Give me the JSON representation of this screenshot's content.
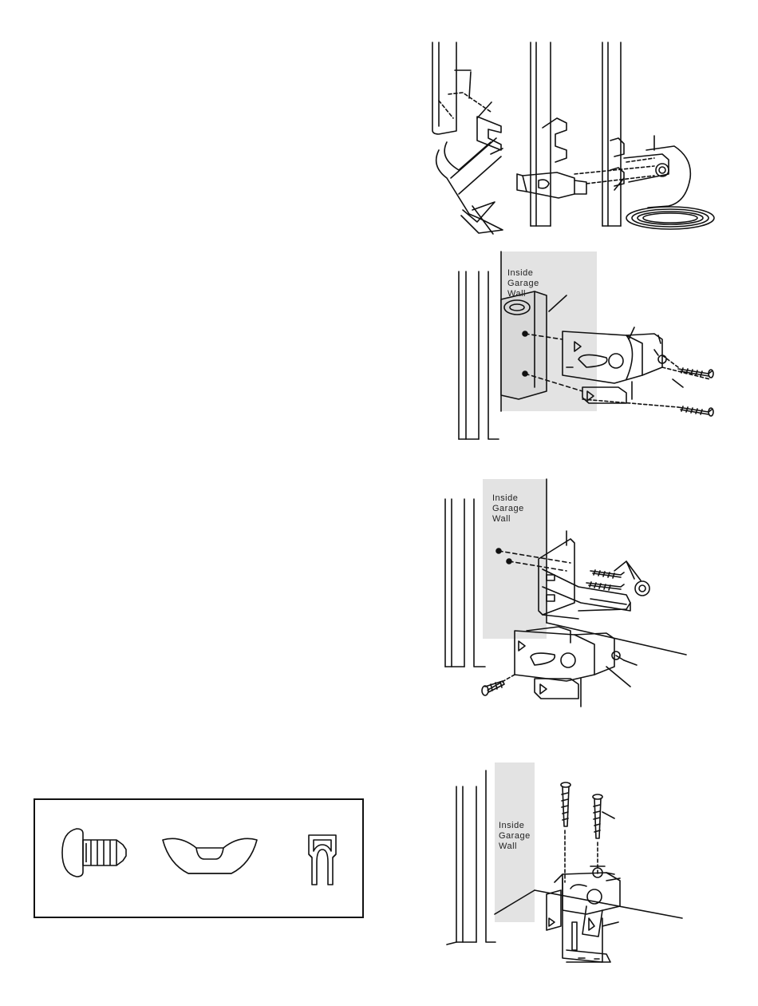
{
  "figures": {
    "wall_label_lines": [
      "Inside",
      "Garage",
      "Wall"
    ],
    "assembly_steps": 3,
    "bracket_figures": [
      {
        "icon": "wall-mount-bracket-illustration"
      },
      {
        "icon": "extension-bracket-illustration"
      },
      {
        "icon": "floor-mount-bracket-illustration"
      }
    ]
  },
  "hardware": {
    "items": [
      {
        "icon": "carriage-bolt-icon"
      },
      {
        "icon": "wing-nut-icon"
      },
      {
        "icon": "insulated-staple-icon"
      }
    ]
  },
  "colors": {
    "line": "#111111",
    "wall_shade": "#e3e3e3"
  }
}
